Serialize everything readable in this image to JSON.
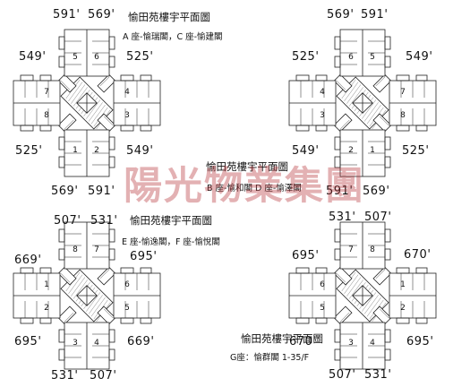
{
  "plans": [
    {
      "title": "愉田苑樓宇平面圖",
      "subtitle": "A 座-愉瑞閣，C 座-愉建閣",
      "areas": {
        "top_left": "591'",
        "top_right": "569'",
        "right_top": "525'",
        "right_bottom": "549'",
        "bottom_right": "591'",
        "bottom_left": "569'",
        "left_bottom": "525'",
        "left_top": "549'"
      },
      "units": [
        "5",
        "6",
        "4",
        "3",
        "2",
        "1",
        "8",
        "7"
      ]
    },
    {
      "title": "愉田苑樓宇平面圖",
      "subtitle": "B 座-愉和閣  D 座-愉澤閣",
      "areas": {
        "top_left": "569'",
        "top_right": "591'",
        "right_top": "549'",
        "right_bottom": "525'",
        "bottom_right": "569'",
        "bottom_left": "591'",
        "left_bottom": "549'",
        "left_top": "525'"
      },
      "units": [
        "6",
        "5",
        "7",
        "8",
        "1",
        "2",
        "3",
        "4"
      ]
    },
    {
      "title": "愉田苑樓宇平面圖",
      "subtitle": "E 座-愉逸閣，F 座-愉悅閣",
      "areas": {
        "top_left": "507'",
        "top_right": "531'",
        "right_top": "695'",
        "right_bottom": "669'",
        "bottom_right": "507'",
        "bottom_left": "531'",
        "left_bottom": "695'",
        "left_top": "669'"
      },
      "units": [
        "8",
        "7",
        "6",
        "5",
        "4",
        "3",
        "2",
        "1"
      ]
    },
    {
      "title": "愉田苑樓宇平面圖",
      "subtitle": "G座：愉群閣 1-35/F",
      "areas": {
        "top_left": "531'",
        "top_right": "507'",
        "right_top": "670'",
        "right_bottom": "695'",
        "bottom_right": "531'",
        "bottom_left": "507'",
        "left_bottom": "670'",
        "left_top": "695'"
      },
      "units": [
        "7",
        "8",
        "1",
        "2",
        "4",
        "3",
        "5",
        "6"
      ]
    }
  ],
  "watermark": "陽光物業集團"
}
